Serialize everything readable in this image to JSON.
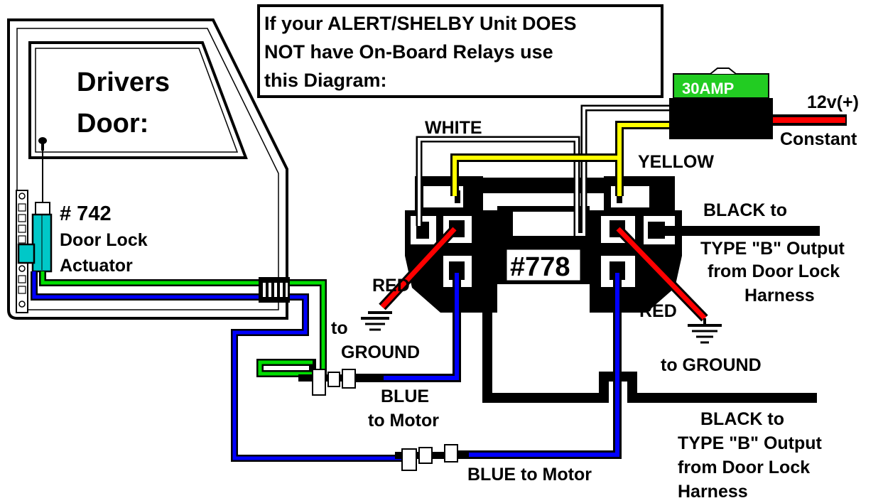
{
  "header_box": {
    "line1": "If your ALERT/SHELBY Unit DOES",
    "line2": "NOT have On-Board Relays use",
    "line3": "this Diagram:"
  },
  "door": {
    "line1": "Drivers",
    "line2": "Door:"
  },
  "actuator": {
    "part_number": "# 742",
    "line1": "Door Lock",
    "line2": "Actuator"
  },
  "fuse": {
    "label": "30AMP"
  },
  "power": {
    "voltage": "12v(+)",
    "type": "Constant"
  },
  "relay_block": {
    "part_number": "#778"
  },
  "wires": {
    "white": "WHITE",
    "yellow": "YELLOW",
    "red_left": "RED",
    "red_right": "RED",
    "blue_motor_1_line1": "BLUE",
    "blue_motor_1_line2": "to Motor",
    "blue_motor_2": "BLUE to Motor"
  },
  "ground_left": {
    "line1": "to",
    "line2": "GROUND"
  },
  "ground_right": {
    "label": "to GROUND"
  },
  "black_output_1": {
    "line1": "BLACK to",
    "line2": "TYPE \"B\" Output",
    "line3": "from Door Lock",
    "line4": "Harness"
  },
  "black_output_2": {
    "line1": "BLACK to",
    "line2": "TYPE \"B\" Output",
    "line3": "from Door Lock",
    "line4": "Harness"
  },
  "colors": {
    "white_wire": "#ffffff",
    "yellow_wire": "#ffff00",
    "red_wire": "#ff0000",
    "blue_wire": "#0000ff",
    "green_wire": "#00dd00",
    "black_wire": "#000000",
    "fuse_green": "#22cc22",
    "actuator_cyan": "#00c8c8"
  }
}
